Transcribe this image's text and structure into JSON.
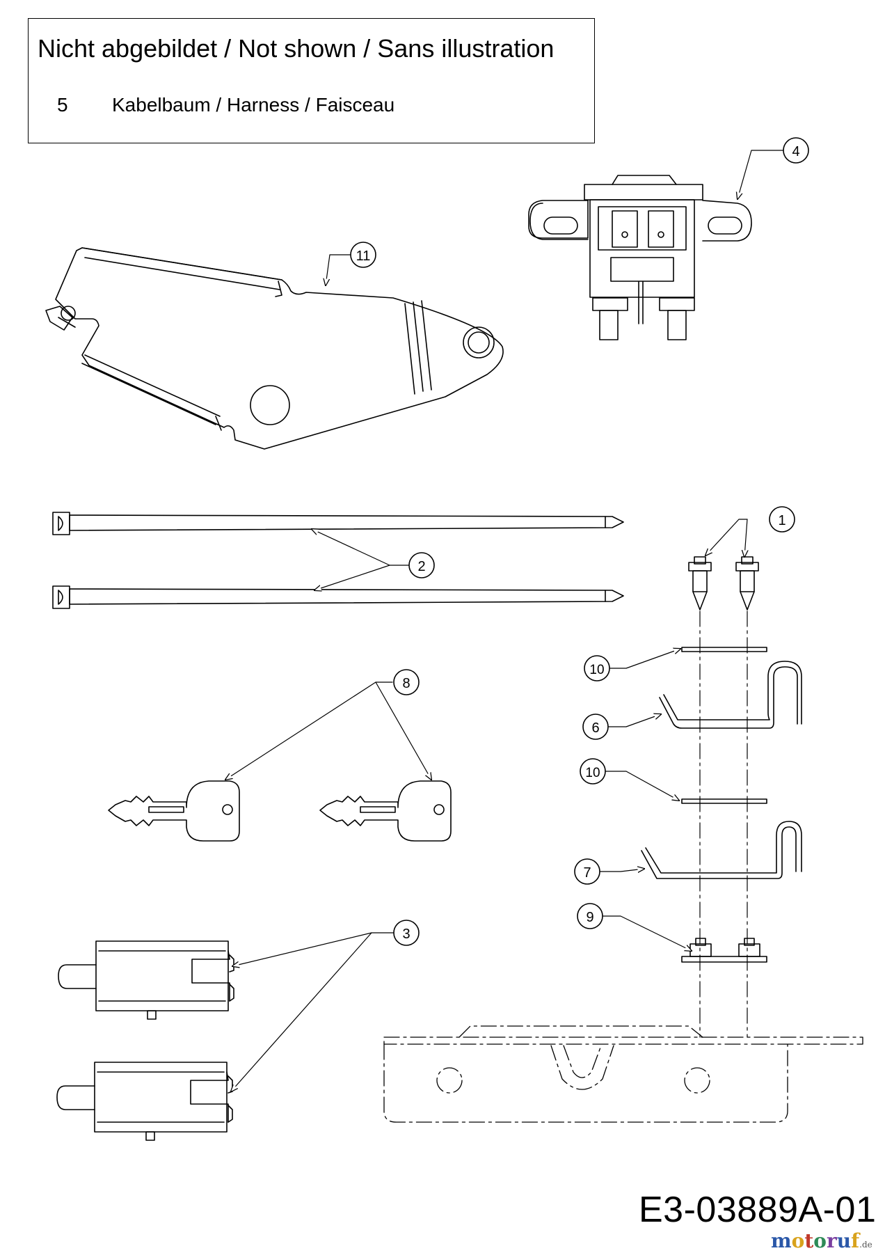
{
  "note": {
    "title": "Nicht abgebildet / Not shown / Sans illustration",
    "items": [
      {
        "number": "5",
        "text": "Kabelbaum / Harness / Faisceau"
      }
    ]
  },
  "callouts": [
    "1",
    "2",
    "3",
    "4",
    "6",
    "7",
    "8",
    "9",
    "10",
    "10",
    "11"
  ],
  "drawing_code": "E3-03889A-01",
  "watermark": {
    "brand": "motoruf",
    "domain": ".de",
    "colors": [
      "#2a57a8",
      "#d8a21c",
      "#c0392b",
      "#2e8b57",
      "#7a3fa0"
    ]
  }
}
